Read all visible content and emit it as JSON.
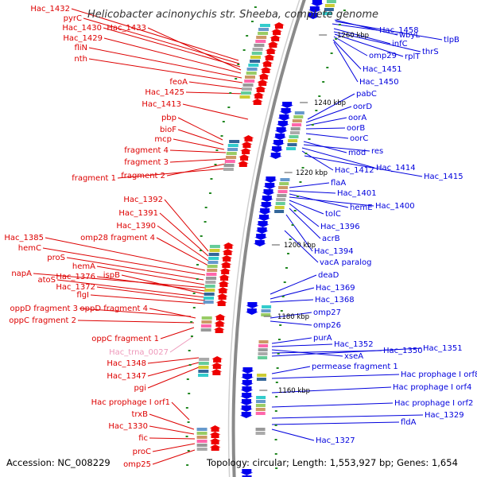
{
  "title": "Helicobacter acinonychis str. Sheeba, complete genome",
  "accession": "Accession: NC_008229",
  "summary": "Topology: circular; Length: 1,553,927 bp; Genes: 1,654",
  "colors": {
    "forward": "#dd0000",
    "reverse": "#0000dd",
    "rna": "#ee99bb",
    "backbone": "#888888",
    "tick": "#228822"
  },
  "kbp_labels": [
    "1260 kbp",
    "1240 kbp",
    "1220 kbp",
    "1200 kbp",
    "1180 kbp",
    "1160 kbp"
  ],
  "left_labels": [
    {
      "text": "Hac_1432",
      "kind": "forward"
    },
    {
      "text": "pyrC",
      "kind": "forward"
    },
    {
      "text": "Hac_1430",
      "kind": "forward"
    },
    {
      "text": "Hac_1433",
      "kind": "forward"
    },
    {
      "text": "Hac_1429",
      "kind": "forward"
    },
    {
      "text": "fliN",
      "kind": "forward"
    },
    {
      "text": "nth",
      "kind": "forward"
    },
    {
      "text": "feoA",
      "kind": "forward"
    },
    {
      "text": "Hac_1425",
      "kind": "forward"
    },
    {
      "text": "Hac_1413",
      "kind": "forward"
    },
    {
      "text": "pbp",
      "kind": "forward"
    },
    {
      "text": "bioF",
      "kind": "forward"
    },
    {
      "text": "mcp",
      "kind": "forward"
    },
    {
      "text": "fragment 4",
      "kind": "forward"
    },
    {
      "text": "fragment 3",
      "kind": "forward"
    },
    {
      "text": "fragment 2",
      "kind": "forward"
    },
    {
      "text": "fragment 1",
      "kind": "forward"
    },
    {
      "text": "Hac_1392",
      "kind": "forward"
    },
    {
      "text": "Hac_1391",
      "kind": "forward"
    },
    {
      "text": "Hac_1390",
      "kind": "forward"
    },
    {
      "text": "omp28 fragment 4",
      "kind": "forward"
    },
    {
      "text": "Hac_1385",
      "kind": "forward"
    },
    {
      "text": "hemC",
      "kind": "forward"
    },
    {
      "text": "proS",
      "kind": "forward"
    },
    {
      "text": "hemA",
      "kind": "forward"
    },
    {
      "text": "napA",
      "kind": "forward"
    },
    {
      "text": "Hac_1376",
      "kind": "forward"
    },
    {
      "text": "ispB",
      "kind": "forward"
    },
    {
      "text": "atoS",
      "kind": "forward"
    },
    {
      "text": "Hac_1372",
      "kind": "forward"
    },
    {
      "text": "flgI",
      "kind": "forward"
    },
    {
      "text": "oppD fragment 3",
      "kind": "forward"
    },
    {
      "text": "oppD fragment 4",
      "kind": "forward"
    },
    {
      "text": "oppC fragment 2",
      "kind": "forward"
    },
    {
      "text": "oppC fragment 1",
      "kind": "forward"
    },
    {
      "text": "Hac_trna_0027",
      "kind": "rna"
    },
    {
      "text": "Hac_1348",
      "kind": "forward"
    },
    {
      "text": "Hac_1347",
      "kind": "forward"
    },
    {
      "text": "pgi",
      "kind": "forward"
    },
    {
      "text": "Hac prophage I orf1",
      "kind": "forward"
    },
    {
      "text": "trxB",
      "kind": "forward"
    },
    {
      "text": "Hac_1330",
      "kind": "forward"
    },
    {
      "text": "fic",
      "kind": "forward"
    },
    {
      "text": "proC",
      "kind": "forward"
    },
    {
      "text": "omp25",
      "kind": "forward"
    }
  ],
  "right_labels": [
    {
      "text": "wbyL",
      "kind": "reverse"
    },
    {
      "text": "tlpB",
      "kind": "reverse"
    },
    {
      "text": "Hac_1458",
      "kind": "reverse"
    },
    {
      "text": "infC",
      "kind": "reverse"
    },
    {
      "text": "thrS",
      "kind": "reverse"
    },
    {
      "text": "rplT",
      "kind": "reverse"
    },
    {
      "text": "omp29",
      "kind": "reverse"
    },
    {
      "text": "Hac_1451",
      "kind": "reverse"
    },
    {
      "text": "Hac_1450",
      "kind": "reverse"
    },
    {
      "text": "pabC",
      "kind": "reverse"
    },
    {
      "text": "oorD",
      "kind": "reverse"
    },
    {
      "text": "oorA",
      "kind": "reverse"
    },
    {
      "text": "oorB",
      "kind": "reverse"
    },
    {
      "text": "oorC",
      "kind": "reverse"
    },
    {
      "text": "mod",
      "kind": "reverse"
    },
    {
      "text": "res",
      "kind": "reverse"
    },
    {
      "text": "Hac_1414",
      "kind": "reverse"
    },
    {
      "text": "Hac_1412",
      "kind": "reverse"
    },
    {
      "text": "Hac_1415",
      "kind": "reverse"
    },
    {
      "text": "flaA",
      "kind": "reverse"
    },
    {
      "text": "Hac_1401",
      "kind": "reverse"
    },
    {
      "text": "hemE",
      "kind": "reverse"
    },
    {
      "text": "Hac_1400",
      "kind": "reverse"
    },
    {
      "text": "tolC",
      "kind": "reverse"
    },
    {
      "text": "Hac_1396",
      "kind": "reverse"
    },
    {
      "text": "acrB",
      "kind": "reverse"
    },
    {
      "text": "Hac_1394",
      "kind": "reverse"
    },
    {
      "text": "vacA paralog",
      "kind": "reverse"
    },
    {
      "text": "deaD",
      "kind": "reverse"
    },
    {
      "text": "Hac_1369",
      "kind": "reverse"
    },
    {
      "text": "Hac_1368",
      "kind": "reverse"
    },
    {
      "text": "omp27",
      "kind": "reverse"
    },
    {
      "text": "omp26",
      "kind": "reverse"
    },
    {
      "text": "purA",
      "kind": "reverse"
    },
    {
      "text": "Hac_1352",
      "kind": "reverse"
    },
    {
      "text": "xseA",
      "kind": "reverse"
    },
    {
      "text": "Hac_1350",
      "kind": "reverse"
    },
    {
      "text": "Hac_1351",
      "kind": "reverse"
    },
    {
      "text": "permease fragment 1",
      "kind": "reverse"
    },
    {
      "text": "Hac prophage I orf8",
      "kind": "reverse"
    },
    {
      "text": "Hac prophage I orf4",
      "kind": "reverse"
    },
    {
      "text": "Hac prophage I orf2",
      "kind": "reverse"
    },
    {
      "text": "Hac_1329",
      "kind": "reverse"
    },
    {
      "text": "fldA",
      "kind": "reverse"
    },
    {
      "text": "Hac_1327",
      "kind": "reverse"
    }
  ]
}
